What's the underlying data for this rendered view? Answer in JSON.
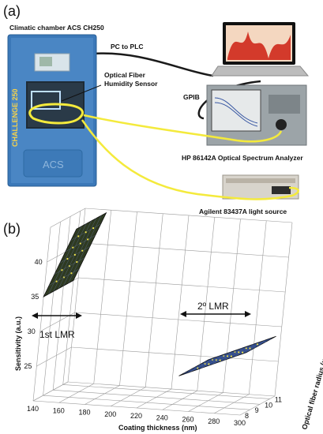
{
  "panel_a": {
    "label": "(a)",
    "chamber_title": "Climatic chamber ACS CH250",
    "chamber_brand": "CHALLENGE 250",
    "chamber_logo": "ACS",
    "link_pc": "PC to PLC",
    "link_gpib": "GPIB",
    "sensor_label_line1": "Optical Fiber",
    "sensor_label_line2": "Humidity Sensor",
    "osa_label": "HP 86142A Optical Spectrum Analyzer",
    "source_label": "Agilent 83437A light source",
    "colors": {
      "fiber": "#f4ea3c",
      "chamber": "#3b78b8",
      "cable": "#1a1a1a"
    }
  },
  "panel_b": {
    "label": "(b)",
    "first_lmr": "1st LMR",
    "second_lmr": "2º LMR"
  },
  "chart_data": {
    "type": "scatter",
    "xlabel": "Coating thickness (nm)",
    "ylabel": "Optical fiber radius (µm)",
    "zlabel": "Sensitivity (a.u.)",
    "x_ticks": [
      "140",
      "160",
      "180",
      "200",
      "220",
      "240",
      "260",
      "280",
      "300"
    ],
    "y_ticks": [
      "8",
      "9",
      "10",
      "11"
    ],
    "z_ticks": [
      "25",
      "30",
      "35",
      "40"
    ],
    "xlim": [
      140,
      300
    ],
    "ylim": [
      8,
      11.5
    ],
    "zlim": [
      20,
      45
    ],
    "grid": true,
    "series": [
      {
        "name": "1st LMR",
        "color": "#2e3a22",
        "points": [
          [
            140,
            8,
            35
          ],
          [
            140,
            11,
            35
          ],
          [
            160,
            8,
            45
          ],
          [
            160,
            11,
            45
          ]
        ]
      },
      {
        "name": "2º LMR",
        "color": "#1f3f8f",
        "points": [
          [
            250,
            8,
            25
          ],
          [
            250,
            11,
            25
          ],
          [
            300,
            8,
            29
          ],
          [
            300,
            11,
            29
          ]
        ]
      }
    ]
  }
}
